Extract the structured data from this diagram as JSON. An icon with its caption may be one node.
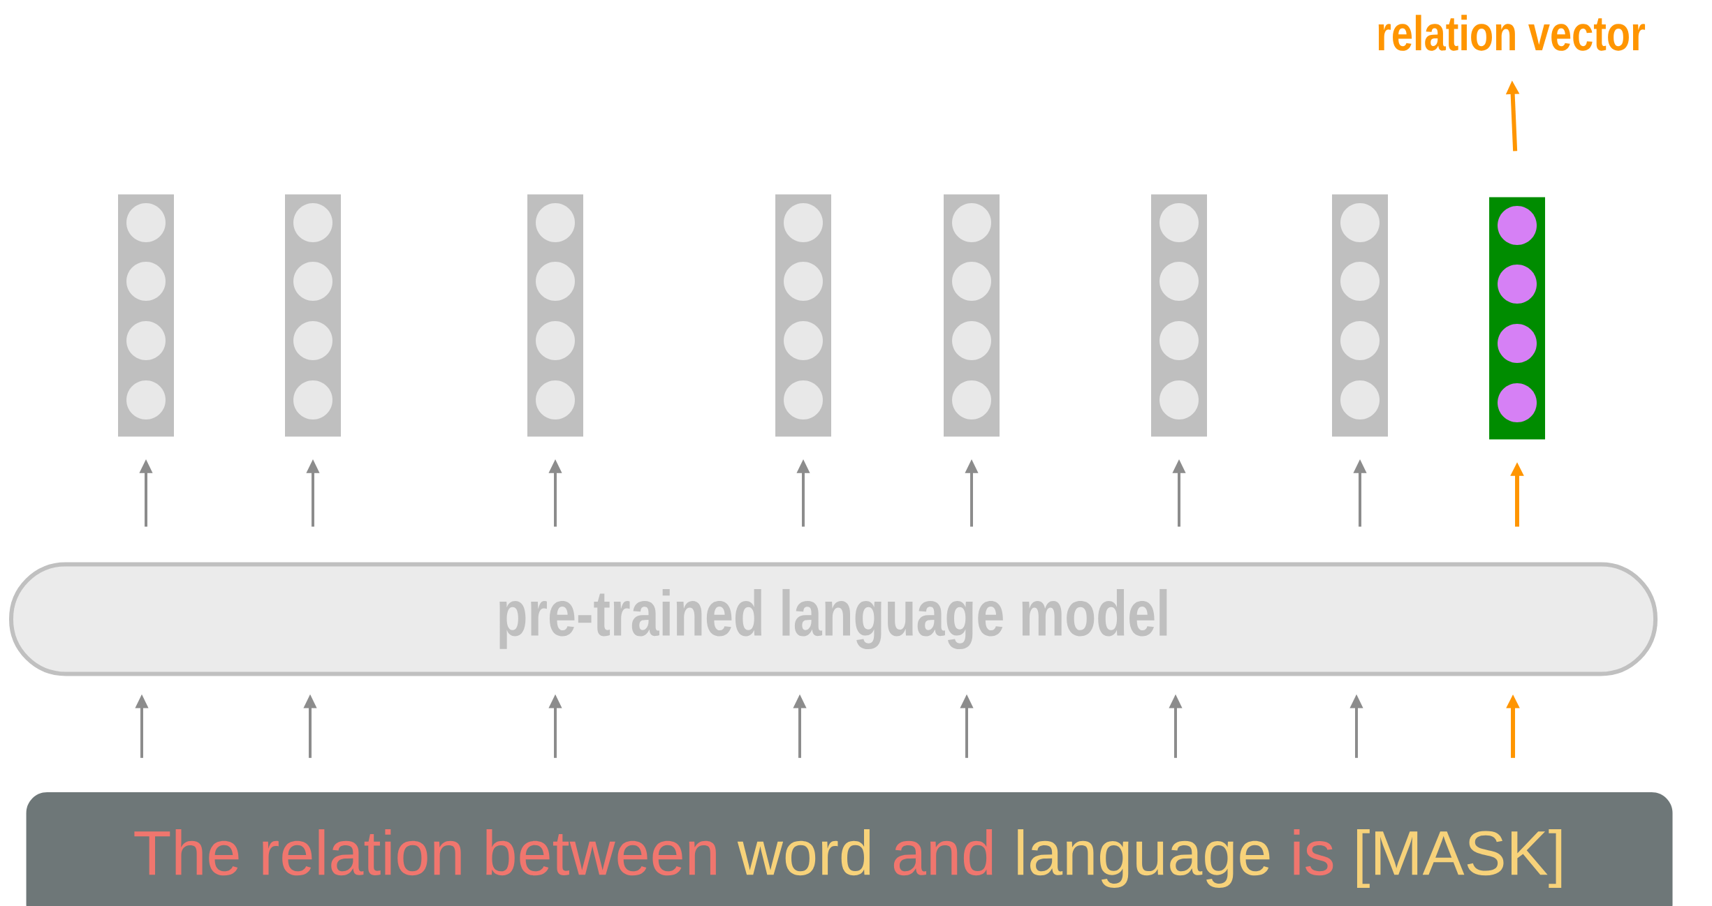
{
  "diagram": {
    "nodes": [
      {
        "text": [
          "relation vector"
        ]
      },
      {
        "text": [],
        "shape": "box"
      },
      {
        "text": [],
        "shape": "box"
      },
      {
        "text": [],
        "shape": "box"
      },
      {
        "text": [],
        "shape": "box"
      },
      {
        "text": [],
        "shape": "box"
      },
      {
        "text": [],
        "shape": "box"
      },
      {
        "text": [],
        "shape": "box"
      },
      {
        "text": [],
        "shape": "box"
      },
      {
        "text": [
          "pre-trained language model"
        ]
      },
      {
        "text": [
          "The relation between",
          "word",
          "and",
          "language",
          "is",
          "[MASK]"
        ]
      }
    ],
    "edges": [
      {
        "from": 10,
        "to": 9,
        "arrow": "to"
      },
      {
        "from": 10,
        "to": 9,
        "arrow": "to"
      },
      {
        "from": 10,
        "to": 9,
        "arrow": "to"
      },
      {
        "from": 10,
        "to": 9,
        "arrow": "to"
      },
      {
        "from": 10,
        "to": 9,
        "arrow": "to"
      },
      {
        "from": 10,
        "to": 9,
        "arrow": "to"
      },
      {
        "from": 10,
        "to": 9,
        "arrow": "to"
      },
      {
        "from": 10,
        "to": 9,
        "arrow": "to",
        "color": "#ff9500"
      },
      {
        "from": 9,
        "to": 1,
        "arrow": "to"
      },
      {
        "from": 9,
        "to": 2,
        "arrow": "to"
      },
      {
        "from": 9,
        "to": 3,
        "arrow": "to"
      },
      {
        "from": 9,
        "to": 4,
        "arrow": "to"
      },
      {
        "from": 9,
        "to": 5,
        "arrow": "to"
      },
      {
        "from": 9,
        "to": 6,
        "arrow": "to"
      },
      {
        "from": 9,
        "to": 7,
        "arrow": "to"
      },
      {
        "from": 9,
        "to": 8,
        "arrow": "to",
        "color": "#ff9500"
      },
      {
        "from": 8,
        "to": 0,
        "arrow": "to",
        "color": "#ff9500"
      }
    ]
  }
}
